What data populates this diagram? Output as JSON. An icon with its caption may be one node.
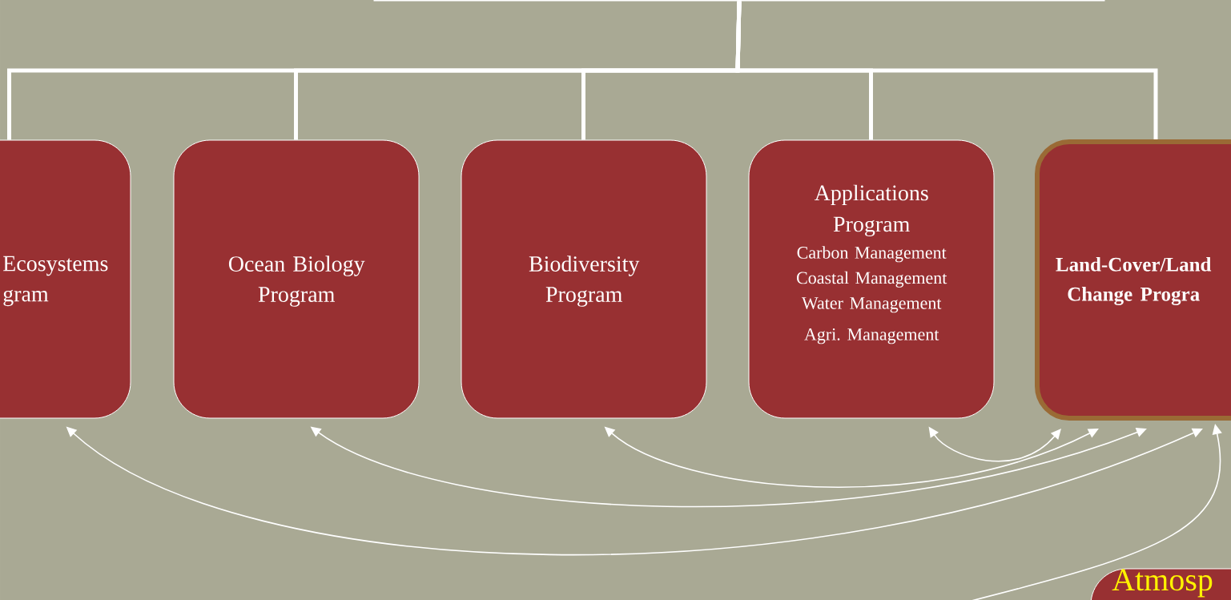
{
  "diagram": {
    "nodes": [
      {
        "text": [],
        "shape": "box"
      },
      {
        "text": [
          "Ecosystems gram"
        ]
      },
      {
        "text": [
          "Ocean Biology Program"
        ]
      },
      {
        "text": [
          "Biodiversity Program"
        ]
      },
      {
        "text": [
          "Applications Program",
          "Carbon Management",
          "Coastal Management",
          "Water Management",
          "Agri. Management"
        ]
      },
      {
        "text": [
          "Land-Cover/Land Change Progra"
        ]
      },
      {
        "text": [
          "Atmosp"
        ]
      }
    ],
    "edges": [
      {
        "from": 0,
        "to": 1,
        "arrow": "none",
        "style": "thick"
      },
      {
        "from": 0,
        "to": 2,
        "arrow": "none",
        "style": "thick"
      },
      {
        "from": 0,
        "to": 3,
        "arrow": "none",
        "style": "thick"
      },
      {
        "from": 0,
        "to": 4,
        "arrow": "none",
        "style": "thick"
      },
      {
        "from": 0,
        "to": 5,
        "arrow": "none",
        "style": "thick"
      },
      {
        "from": 5,
        "to": 4,
        "arrow": "both"
      },
      {
        "from": 5,
        "to": 3,
        "arrow": "both"
      },
      {
        "from": 5,
        "to": 2,
        "arrow": "both"
      },
      {
        "from": 5,
        "to": 1,
        "arrow": "both"
      },
      {
        "from": null,
        "to": 5,
        "arrow": "to"
      }
    ]
  }
}
